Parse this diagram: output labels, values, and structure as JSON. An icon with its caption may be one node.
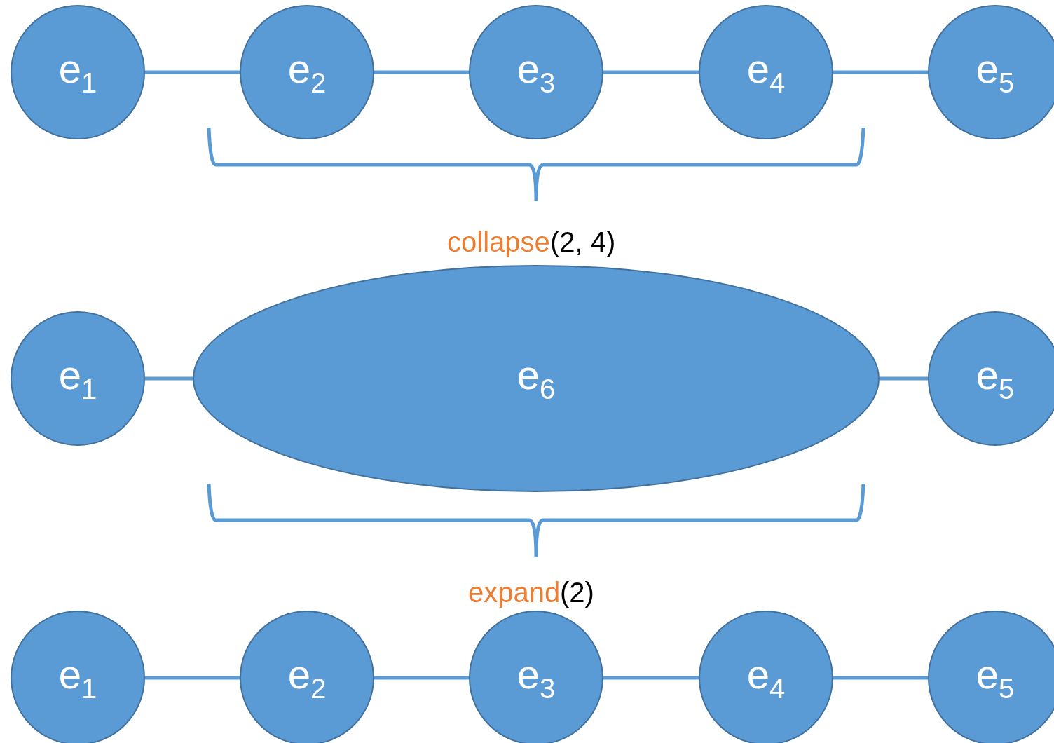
{
  "diagram": {
    "nodes": [
      {
        "text": [
          "e$_{1}$"
        ]
      },
      {
        "text": [
          "e$_{2}$"
        ]
      },
      {
        "text": [
          "e$_{3}$"
        ]
      },
      {
        "text": [
          "e$_{4}$"
        ]
      },
      {
        "text": [
          "e$_{5}$"
        ]
      },
      {
        "text": [
          "e$_{1}$"
        ]
      },
      {
        "text": [
          "e$_{6}$"
        ]
      },
      {
        "text": [
          "e$_{5}$"
        ]
      },
      {
        "text": [
          "e$_{1}$"
        ]
      },
      {
        "text": [
          "e$_{2}$"
        ]
      },
      {
        "text": [
          "e$_{3}$"
        ]
      },
      {
        "text": [
          "e$_{4}$"
        ]
      },
      {
        "text": [
          "e$_{5}$"
        ]
      }
    ],
    "edges": [
      {
        "from": 0,
        "to": 1,
        "arrow": "none"
      },
      {
        "from": 1,
        "to": 2,
        "arrow": "none"
      },
      {
        "from": 2,
        "to": 3,
        "arrow": "none"
      },
      {
        "from": 3,
        "to": 4,
        "arrow": "none"
      },
      {
        "from": 5,
        "to": 6,
        "arrow": "none"
      },
      {
        "from": 6,
        "to": 7,
        "arrow": "none"
      },
      {
        "from": 8,
        "to": 9,
        "arrow": "none"
      },
      {
        "from": 9,
        "to": 10,
        "arrow": "none"
      },
      {
        "from": 10,
        "to": 11,
        "arrow": "none"
      },
      {
        "from": 11,
        "to": 12,
        "arrow": "none"
      }
    ],
    "labels": [
      "collapse",
      "(2, 4)",
      "expand",
      "(2)"
    ]
  }
}
